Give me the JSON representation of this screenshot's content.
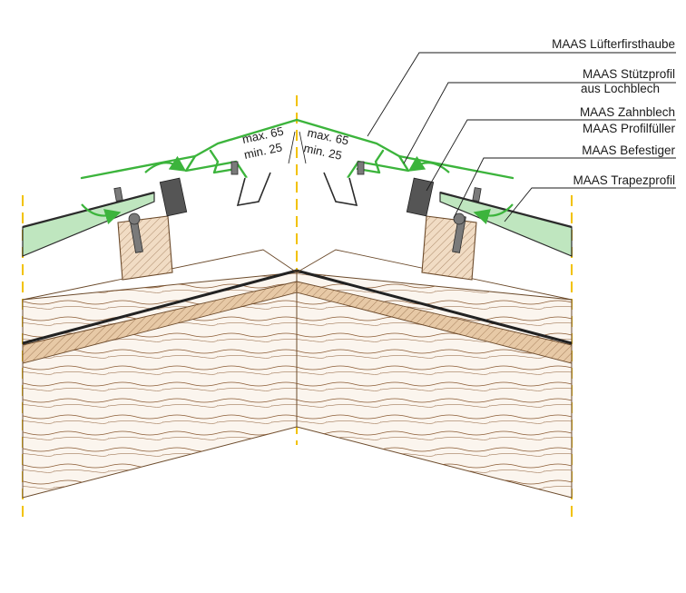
{
  "labels": {
    "luefterfirsthaube": "MAAS Lüfterfirsthaube",
    "stuetzprofil_1": "MAAS Stützprofil",
    "stuetzprofil_2": "aus Lochblech",
    "zahnblech": "MAAS Zahnblech",
    "profilfueller": "MAAS Profilfüller",
    "befestiger": "MAAS Befestiger",
    "trapezprofil": "MAAS Trapezprofil"
  },
  "dimensions": {
    "left_max": "max. 65",
    "left_min": "min. 25",
    "right_max": "max. 65",
    "right_min": "min. 25"
  },
  "colors": {
    "accent_green": "#3cb43c",
    "axis_yellow": "#f2c200",
    "wood_brown": "#6b4a2b"
  }
}
